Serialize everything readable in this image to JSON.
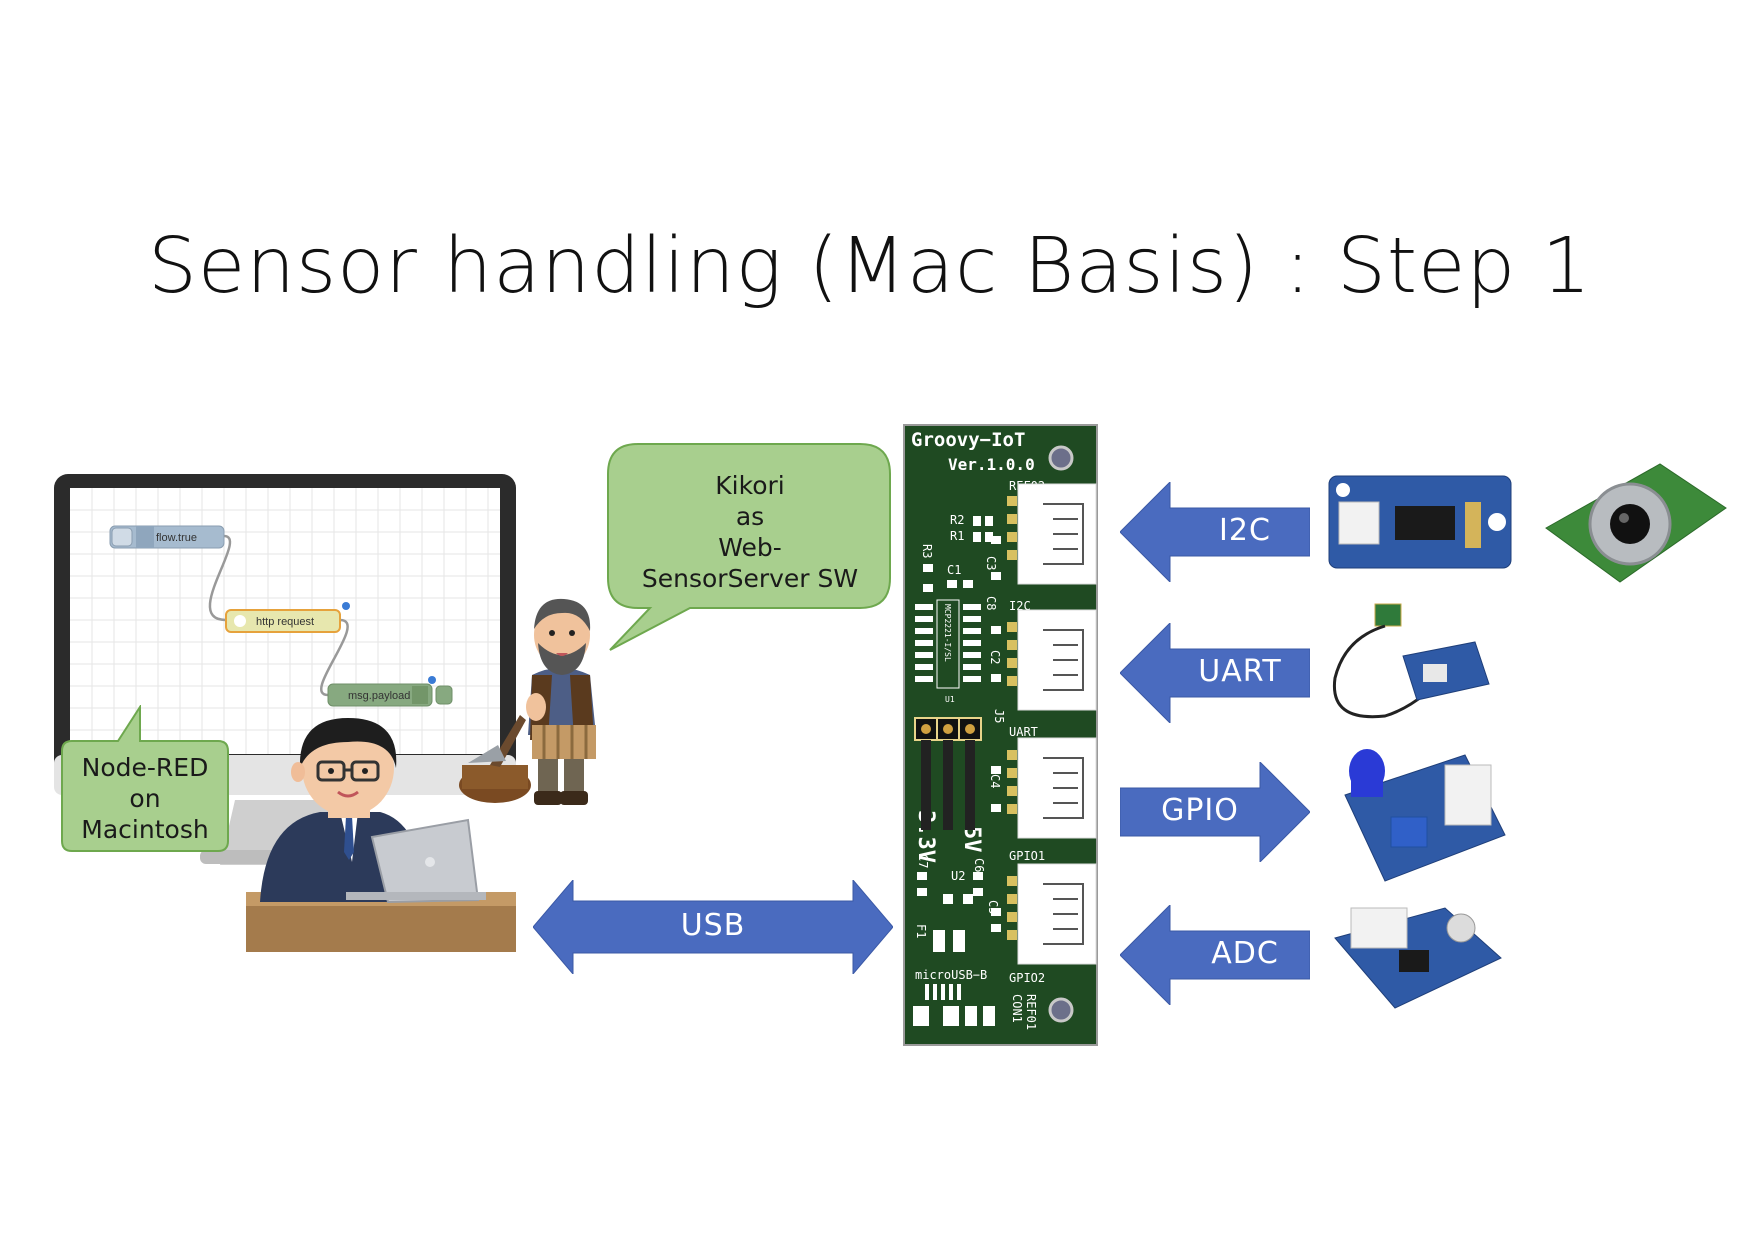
{
  "title": "Sensor handling (Mac Basis) : Step 1",
  "left_callout": {
    "lines": [
      "Node-RED",
      "on",
      "Macintosh"
    ]
  },
  "right_callout": {
    "lines": [
      "Kikori",
      "as",
      "Web-",
      "SensorServer SW"
    ]
  },
  "flow_nodes": {
    "inject": "flow.true",
    "http": "http request",
    "debug": "msg.payload"
  },
  "usb_arrow": {
    "label": "USB"
  },
  "board": {
    "title": "Groovy−IoT",
    "version": "Ver.1.0.0",
    "labels": {
      "ref02": "REF02",
      "r2": "R2",
      "r1": "R1",
      "r3": "R3",
      "c1": "C1",
      "c3": "C3",
      "c8": "C8",
      "i2c": "I2C",
      "c2": "C2",
      "chip": "MCP2221-I/SL",
      "u1": "U1",
      "j5": "J5",
      "uart": "UART",
      "c4": "C4",
      "v33": "3.3V",
      "c7": "C7",
      "v5": "5V",
      "c6": "C6",
      "u2": "U2",
      "gpio1": "GPIO1",
      "c5": "C5",
      "f1": "F1",
      "gpio2": "GPIO2",
      "microusb": "microUSB−B",
      "ref01": "REF01",
      "con1": "CON1"
    }
  },
  "interfaces": [
    {
      "label": "I2C",
      "direction": "left"
    },
    {
      "label": "UART",
      "direction": "left"
    },
    {
      "label": "GPIO",
      "direction": "right"
    },
    {
      "label": "ADC",
      "direction": "left"
    }
  ],
  "colors": {
    "arrow": "#4a6bbf",
    "callout_fill": "#a8cf8e",
    "callout_stroke": "#6ea84e",
    "pcb": "#1f4a22",
    "grove": "#2f5aa6"
  }
}
